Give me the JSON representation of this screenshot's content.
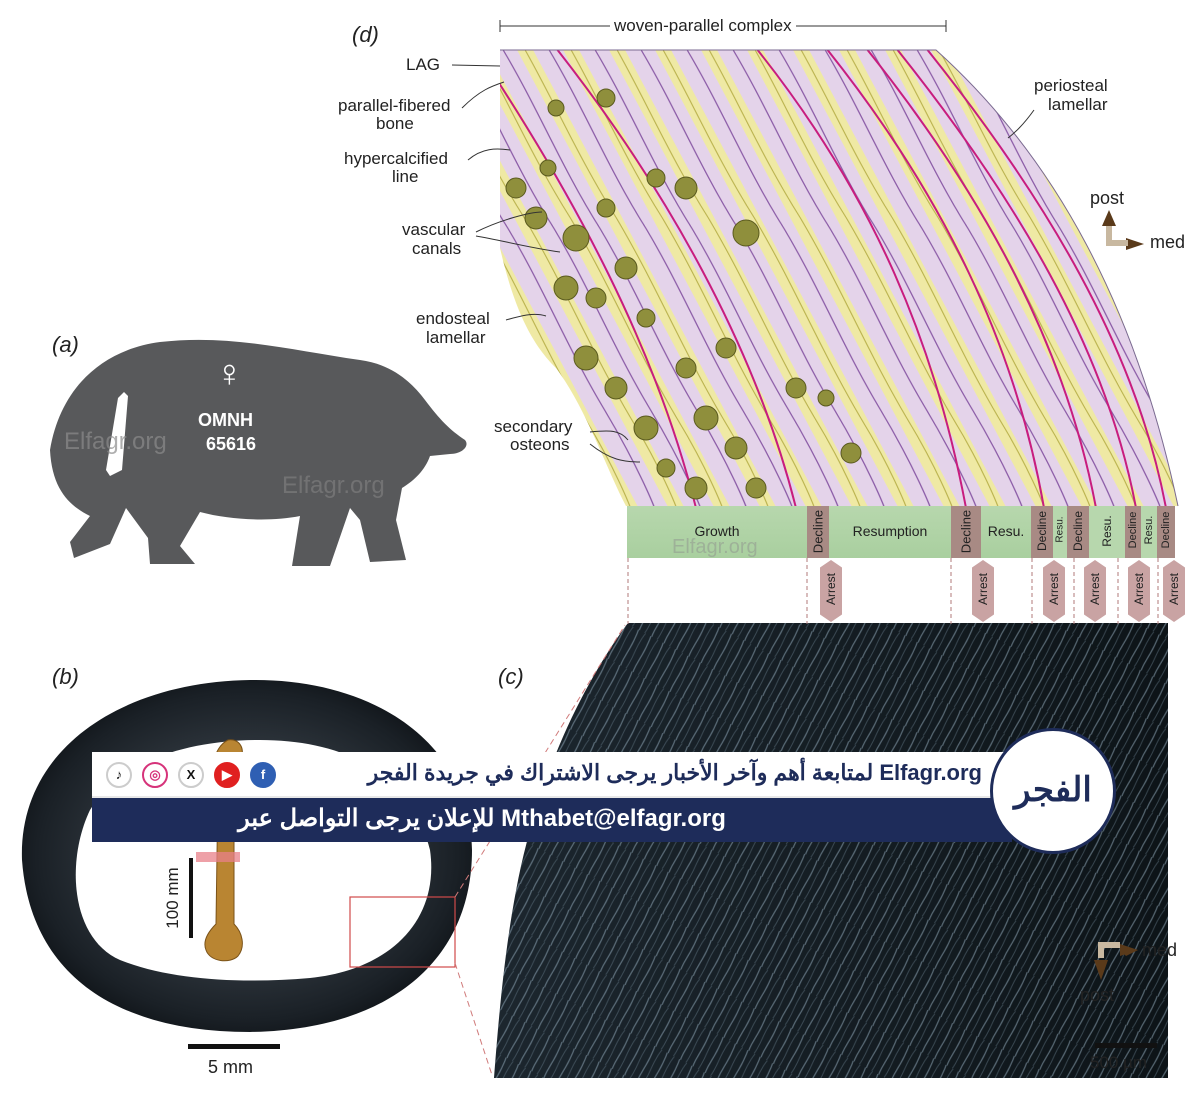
{
  "panels": {
    "a": "(a)",
    "b": "(b)",
    "c": "(c)",
    "d": "(d)"
  },
  "colors": {
    "bear": "#58595b",
    "stage_green": "#b7d7ad",
    "stage_brown": "#a88a84",
    "arrest": "#c9a3a3",
    "lag_line": "#c81d7f",
    "bone_yellow": "#efe8a0",
    "bone_lilac": "#dcc8e6",
    "canal_olive": "#8a8a3a",
    "micro_dark": "#141c22",
    "banner_navy": "#1e2c5a"
  },
  "panel_a": {
    "symbol": "♀",
    "specimen_line1": "OMNH",
    "specimen_line2": "65616",
    "watermark": "Elfagr.org"
  },
  "panel_b": {
    "scale_vertical": "100 mm",
    "scale_horizontal": "5 mm"
  },
  "panel_c": {
    "scale": "500 µm",
    "orient_right": "med",
    "orient_down": "post"
  },
  "panel_d": {
    "top_bracket": "woven-parallel complex",
    "labels": {
      "lag": "LAG",
      "parallel_fibered": [
        "parallel-fibered",
        "bone"
      ],
      "hypercalcified": [
        "hypercalcified",
        "line"
      ],
      "vascular": [
        "vascular",
        "canals"
      ],
      "endosteal": [
        "endosteal",
        "lamellar"
      ],
      "secondary": [
        "secondary",
        "osteons"
      ],
      "periosteal": [
        "periosteal",
        "lamellar"
      ]
    },
    "orient_up": "post",
    "orient_right": "med",
    "stages": [
      "Growth",
      "Decline",
      "Resumption",
      "Decline",
      "Resu.",
      "Decline",
      "Resu.",
      "Decline",
      "Resu.",
      "Decline",
      "Resu.",
      "Decline"
    ],
    "arrest_label": "Arrest"
  },
  "watermarks": {
    "text": "Elfagr.org"
  },
  "banner": {
    "line1": "لمتابعة أهم وآخر الأخبار يرجى الاشتراك في جريدة الفجر Elfagr.org",
    "line2": "للإعلان يرجى التواصل عبر Mthabet@elfagr.org",
    "logo": "الفجر",
    "social_icons": [
      "tiktok-icon",
      "instagram-icon",
      "x-icon",
      "youtube-icon",
      "facebook-icon"
    ]
  }
}
